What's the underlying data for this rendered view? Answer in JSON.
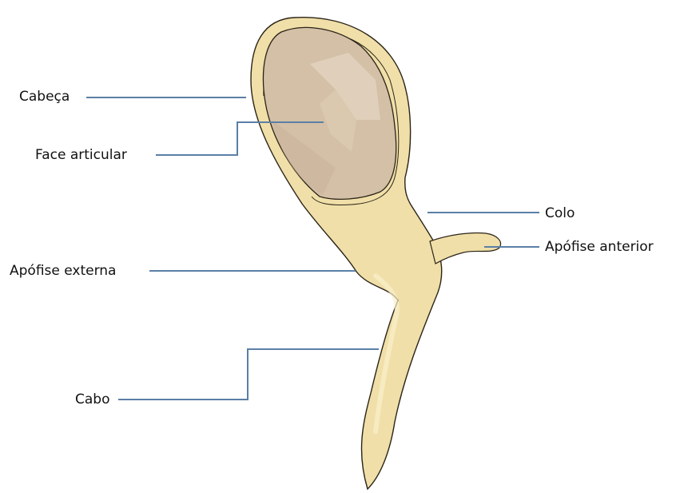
{
  "labels": {
    "cabeca": "Cabeça",
    "face_articular": "Face articular",
    "colo": "Colo",
    "apofise_anterior": "Apófise anterior",
    "apofise_externa": "Apófise externa",
    "cabo": "Cabo"
  },
  "colors": {
    "bone_fill": "#f0dfa8",
    "bone_outline": "#2b2418",
    "articular_surface": "#d4c0a6",
    "leader_lines": "#5b7fa6"
  }
}
